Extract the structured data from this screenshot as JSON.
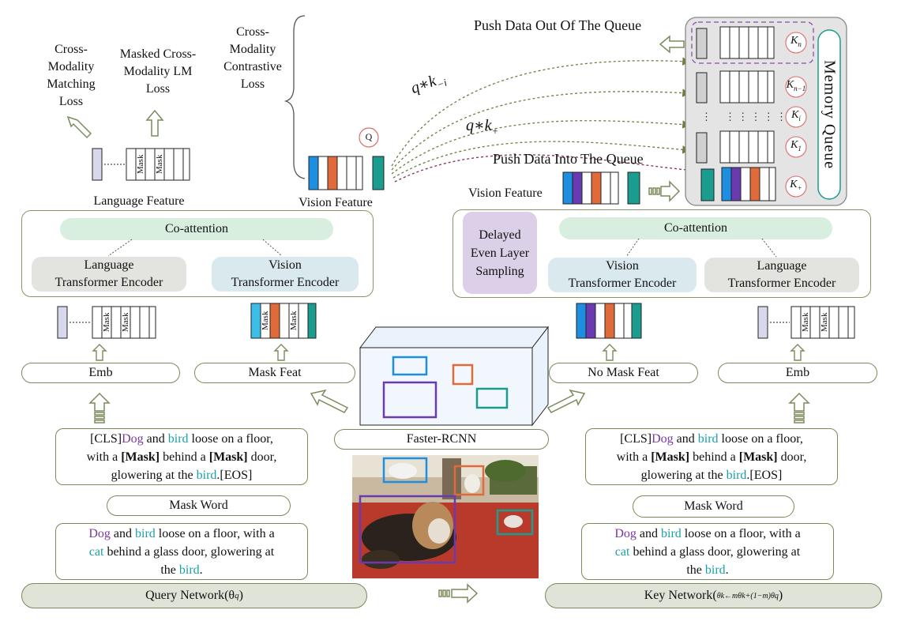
{
  "losses": {
    "matching": "Cross-\nModality\nMatching\nLoss",
    "masked": "Masked Cross-\nModality LM\nLoss",
    "contrastive": "Cross-\nModality\nContrastive\nLoss"
  },
  "labels": {
    "language_feature": "Language Feature",
    "vision_feature_left": "Vision Feature",
    "vision_feature_right": "Vision Feature",
    "q_badge": "Q",
    "push_out": "Push Data Out Of The Queue",
    "push_in": "Push Data Into The Queue",
    "memory_queue": "Memory Queue",
    "q_k_neg": "q∗k",
    "q_k_neg_sub": "−i",
    "q_k_pos": "q∗k",
    "q_k_pos_sub": "+",
    "mask_token": "Mask"
  },
  "queue_keys": [
    {
      "k": "K",
      "sub": "n"
    },
    {
      "k": "K",
      "sub": "n−1"
    },
    {
      "k": "K",
      "sub": "i"
    },
    {
      "k": "K",
      "sub": "1"
    },
    {
      "k": "K",
      "sub": "+"
    }
  ],
  "left_panel": {
    "coattention": "Co-attention",
    "lang_encoder": "Language\nTransformer Encoder",
    "vision_encoder": "Vision\nTransformer Encoder"
  },
  "right_panel": {
    "delayed": "Delayed\nEven Layer\nSampling",
    "coattention": "Co-attention",
    "vision_encoder": "Vision\nTransformer Encoder",
    "lang_encoder": "Language\nTransformer Encoder"
  },
  "pills": {
    "emb_left": "Emb",
    "mask_feat": "Mask Feat",
    "no_mask_feat": "No Mask Feat",
    "emb_right": "Emb",
    "faster_rcnn": "Faster-RCNN",
    "mask_word_left": "Mask Word",
    "mask_word_right": "Mask Word",
    "query_network": "Query Network(θ",
    "query_network_sub": "q",
    "query_network_end": ")",
    "key_network": "Key Network(",
    "key_network_formula": "θk←mθk+(1−m)θq",
    "key_network_end": ")"
  },
  "masked_sentence": {
    "cls": "[CLS]",
    "dog": "Dog",
    "and": " and ",
    "bird": "bird",
    "rest1": " loose on a floor,",
    "line2a": "with a ",
    "mask": "[Mask]",
    "line2b": " behind a ",
    "line2c": " door,",
    "line3a": "glowering at the ",
    "bird2": "bird",
    "eos": ".[EOS]"
  },
  "orig_sentence": {
    "dog": "Dog",
    "and": " and ",
    "bird": "bird",
    "rest1": " loose on a floor, with a",
    "cat": "cat",
    "rest2": " behind a glass door, glowering at",
    "rest3": "the ",
    "bird2": "bird",
    "end": "."
  },
  "colors": {
    "border": "#7c8a5c",
    "coattention": "#d8eedf",
    "lang_encoder": "#e3e4e0",
    "vision_encoder": "#d9e9ee",
    "delayed": "#dccfe8",
    "network": "#dfe3d8",
    "blue": "#1e8fe0",
    "purple": "#6a3ab0",
    "orange": "#e06a3a",
    "teal": "#1a9c8f",
    "word_purple": "#7a3a9e",
    "word_teal": "#1a9fa7"
  }
}
